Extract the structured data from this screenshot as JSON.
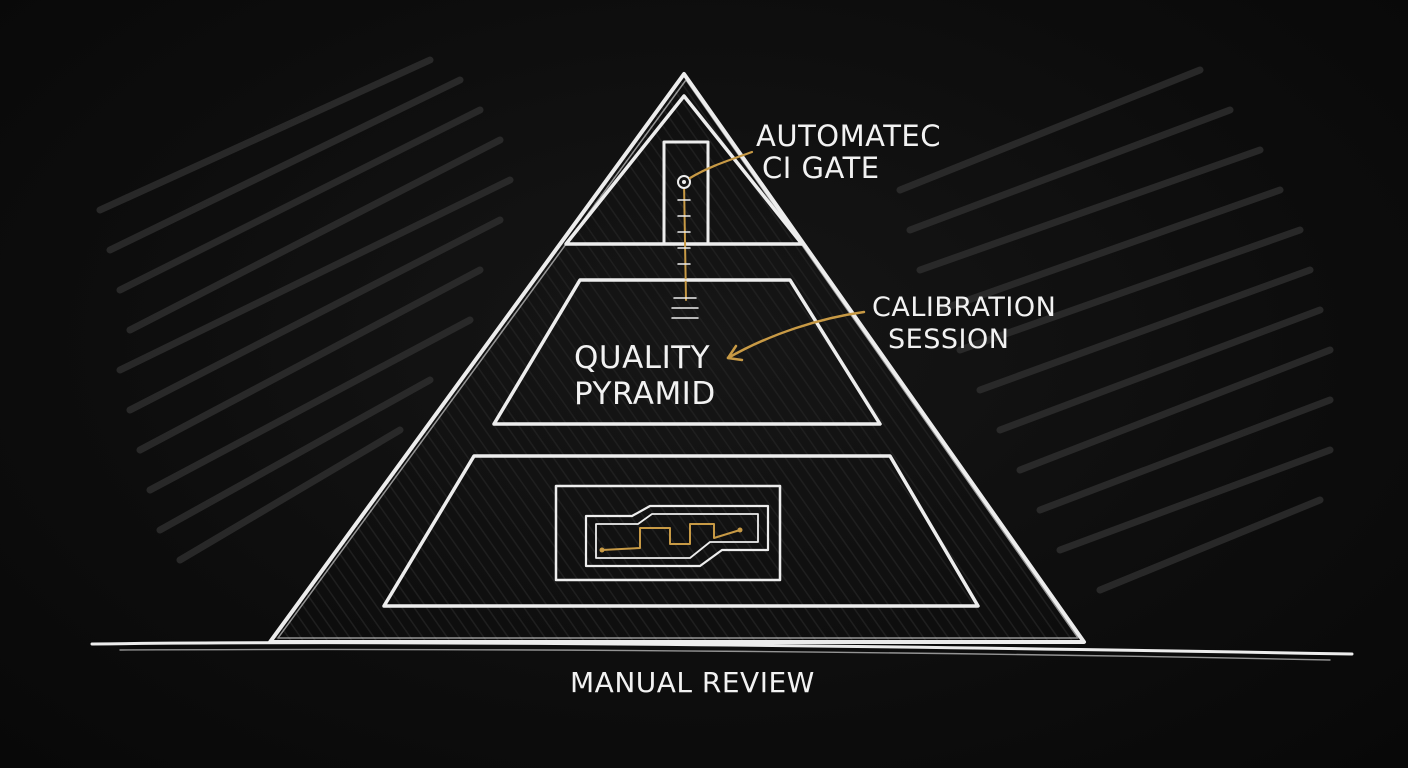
{
  "labels": {
    "top_line1": "AUTOMATEC",
    "top_line2": "CI GATE",
    "middle_right_line1": "CALIBRATION",
    "middle_right_line2": "SESSION",
    "center_line1": "QUALITY",
    "center_line2": "PYRAMID",
    "bottom": "MANUAL REVIEW"
  },
  "colors": {
    "background": "#0b0b0b",
    "chalk": "#ededed",
    "accent": "#c89a45",
    "scribble": "#2e2e2e"
  },
  "icons": {
    "tier_bottom_symbol": "circuit-maze-icon",
    "top_gauge": "gauge-needle-icon"
  }
}
